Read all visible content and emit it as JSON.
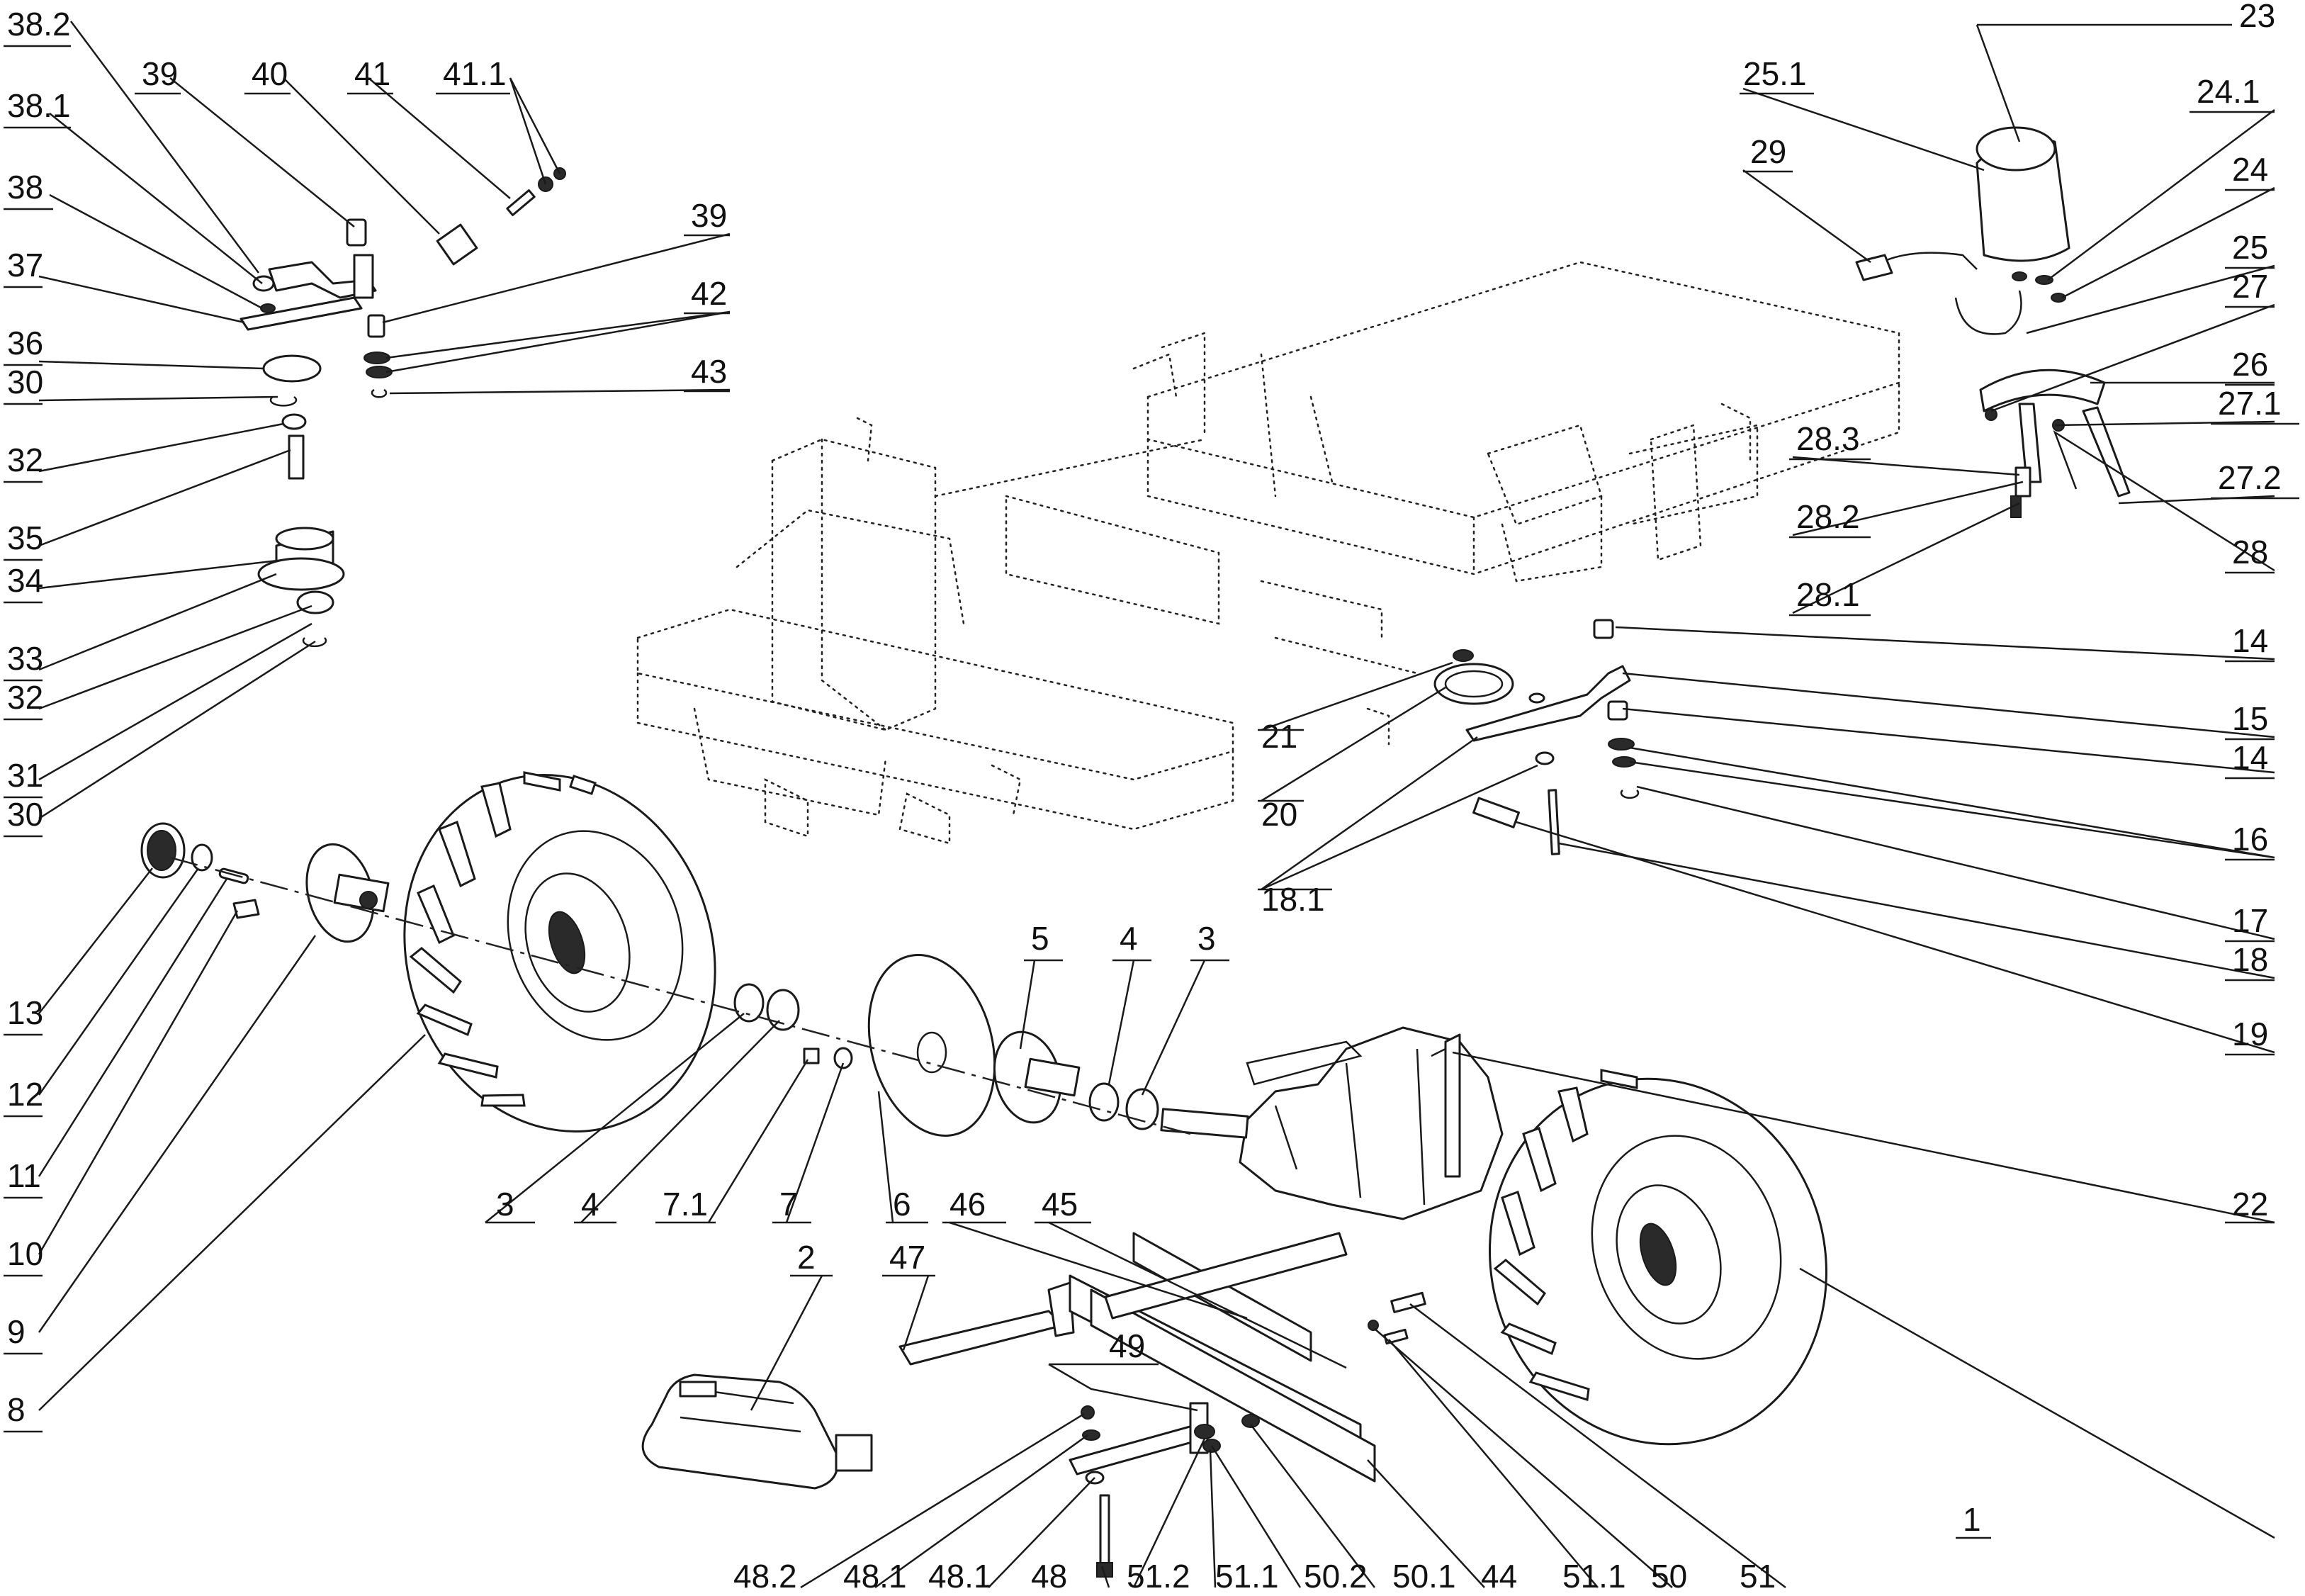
{
  "labels": {
    "l_38_2": "38.2",
    "l_38_1": "38.1",
    "l_38": "38",
    "l_37": "37",
    "l_36": "36",
    "l_30a": "30",
    "l_32a": "32",
    "l_35": "35",
    "l_34": "34",
    "l_33": "33",
    "l_32b": "32",
    "l_31": "31",
    "l_30b": "30",
    "l_39a": "39",
    "l_40": "40",
    "l_41": "41",
    "l_41_1": "41.1",
    "l_39b": "39",
    "l_42": "42",
    "l_43": "43",
    "l_23": "23",
    "l_25_1": "25.1",
    "l_24_1": "24.1",
    "l_29": "29",
    "l_24": "24",
    "l_25": "25",
    "l_27": "27",
    "l_26": "26",
    "l_27_1": "27.1",
    "l_28_3": "28.3",
    "l_27_2": "27.2",
    "l_28_2": "28.2",
    "l_28": "28",
    "l_28_1": "28.1",
    "l_14a": "14",
    "l_15": "15",
    "l_14b": "14",
    "l_16": "16",
    "l_17": "17",
    "l_18": "18",
    "l_19": "19",
    "l_21": "21",
    "l_20": "20",
    "l_18_1": "18.1",
    "l_13": "13",
    "l_12": "12",
    "l_11": "11",
    "l_10": "10",
    "l_9": "9",
    "l_8": "8",
    "l_5": "5",
    "l_4a": "4",
    "l_3a": "3",
    "l_3b": "3",
    "l_4b": "4",
    "l_7_1": "7.1",
    "l_7": "7",
    "l_6": "6",
    "l_22": "22",
    "l_46": "46",
    "l_45": "45",
    "l_2": "2",
    "l_47": "47",
    "l_49": "49",
    "l_1": "1",
    "l_48_2": "48.2",
    "l_48_1a": "48.1",
    "l_48_1b": "48.1",
    "l_48": "48",
    "l_51_2": "51.2",
    "l_51_1a": "51.1",
    "l_50_2": "50.2",
    "l_50_1": "50.1",
    "l_44": "44",
    "l_51_1b": "51.1",
    "l_50": "50",
    "l_51": "51"
  }
}
